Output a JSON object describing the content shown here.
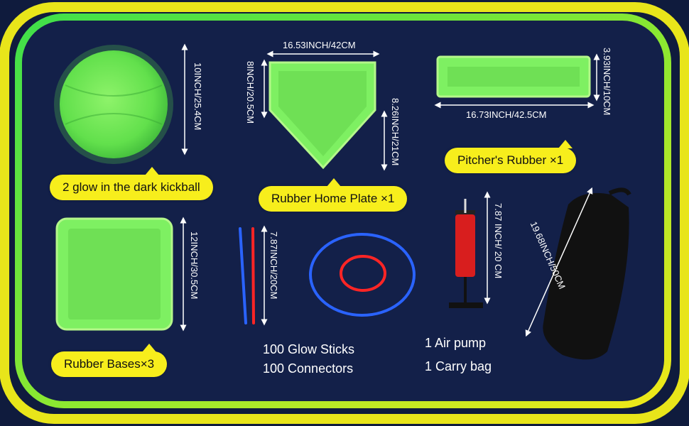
{
  "colors": {
    "background": "#0f1b3d",
    "glow_green": "#8ef36a",
    "frame_yellow": "#e6e81a",
    "bubble_yellow": "#f7ee1c"
  },
  "kickball": {
    "dimension": "10INCH/25.4CM",
    "caption": "2 glow in the dark kickball"
  },
  "home_plate": {
    "width_dimension": "16.53INCH/42CM",
    "side_dimension": "8INCH/20.5CM",
    "height_dimension": "8.26INCH/21CM",
    "caption": "Rubber Home Plate ×1"
  },
  "pitchers_rubber": {
    "width_dimension": "16.73INCH/42.5CM",
    "height_dimension": "3.93INCH/10CM",
    "caption": "Pitcher's Rubber ×1"
  },
  "bases": {
    "dimension": "12INCH/30.5CM",
    "caption": "Rubber Bases×3"
  },
  "glow_sticks": {
    "dimension": "7.87INCH/20CM",
    "line1": "100 Glow Sticks",
    "line2": "100 Connectors"
  },
  "air_pump": {
    "dimension": "7.87 INCH/ 20 CM",
    "label": "1 Air pump"
  },
  "carry_bag": {
    "dimension": "19.68INCH/50CM",
    "label": "1 Carry bag"
  }
}
